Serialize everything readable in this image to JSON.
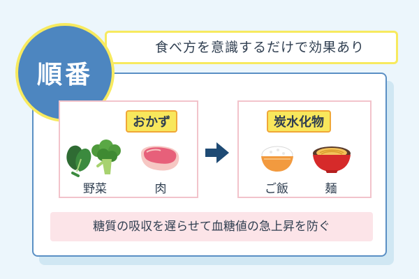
{
  "badge": {
    "text": "順番"
  },
  "banner": {
    "text": "食べ方を意識するだけで効果あり"
  },
  "groups": [
    {
      "tag": "おかず",
      "items": [
        {
          "label": "野菜",
          "icon": "broccoli-spinach-icon"
        },
        {
          "label": "肉",
          "icon": "meat-icon"
        }
      ]
    },
    {
      "tag": "炭水化物",
      "items": [
        {
          "label": "ご飯",
          "icon": "rice-bowl-icon"
        },
        {
          "label": "麺",
          "icon": "noodle-bowl-icon"
        }
      ]
    }
  ],
  "note": {
    "text": "糖質の吸収を遅らせて血糖値の急上昇を防ぐ"
  },
  "colors": {
    "background": "#ecf6fc",
    "badge": "#4d86c0",
    "yellow": "#f8e75c",
    "pink": "#fce4e8",
    "arrow": "#1e4a74"
  }
}
